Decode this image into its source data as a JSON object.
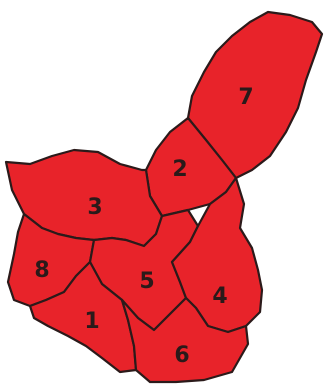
{
  "map": {
    "fill_color": "#e8232a",
    "border_color": "#2b1a1a",
    "regions": [
      {
        "id": "7",
        "label": "7"
      },
      {
        "id": "2",
        "label": "2"
      },
      {
        "id": "3",
        "label": "3"
      },
      {
        "id": "8",
        "label": "8"
      },
      {
        "id": "5",
        "label": "5"
      },
      {
        "id": "4",
        "label": "4"
      },
      {
        "id": "1",
        "label": "1"
      },
      {
        "id": "6",
        "label": "6"
      }
    ]
  }
}
